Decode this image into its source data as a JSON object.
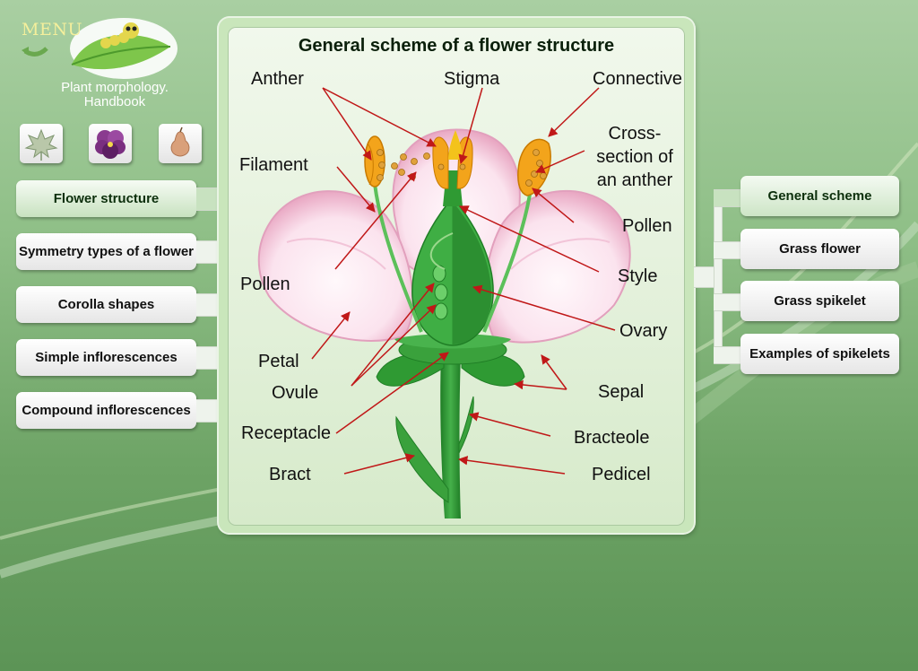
{
  "menu": {
    "label": "MENU"
  },
  "app": {
    "title": "Plant morphology. Handbook"
  },
  "icon_buttons": [
    {
      "icon": "maple-leaf-icon"
    },
    {
      "icon": "pansy-flower-icon"
    },
    {
      "icon": "pear-fruit-icon"
    }
  ],
  "nav": {
    "items": [
      {
        "label": "Flower structure",
        "active": true
      },
      {
        "label": "Symmetry types of a flower",
        "active": false
      },
      {
        "label": "Corolla shapes",
        "active": false
      },
      {
        "label": "Simple inflorescences",
        "active": false
      },
      {
        "label": "Compound inflorescences",
        "active": false
      }
    ]
  },
  "diagram": {
    "title": "General scheme of a flower structure",
    "labels": {
      "anther": "Anther",
      "stigma": "Stigma",
      "connective": "Connective",
      "filament": "Filament",
      "cross_section": "Cross-section of an anther",
      "pollen_right": "Pollen",
      "style": "Style",
      "pollen_left": "Pollen",
      "ovary": "Ovary",
      "petal": "Petal",
      "sepal": "Sepal",
      "ovule": "Ovule",
      "receptacle": "Receptacle",
      "bracteole": "Bracteole",
      "bract": "Bract",
      "pedicel": "Pedicel"
    }
  },
  "sub_nav": {
    "items": [
      {
        "label": "General scheme",
        "active": true
      },
      {
        "label": "Grass flower",
        "active": false
      },
      {
        "label": "Grass spikelet",
        "active": false
      },
      {
        "label": "Examples of spikelets",
        "active": false
      }
    ]
  },
  "colors": {
    "background": "#8fbf87",
    "panel": "#e2f0d9",
    "petal": "#f6d3e2",
    "anther": "#f3a41b",
    "stem": "#2f9a33",
    "arrow": "#c01818"
  }
}
